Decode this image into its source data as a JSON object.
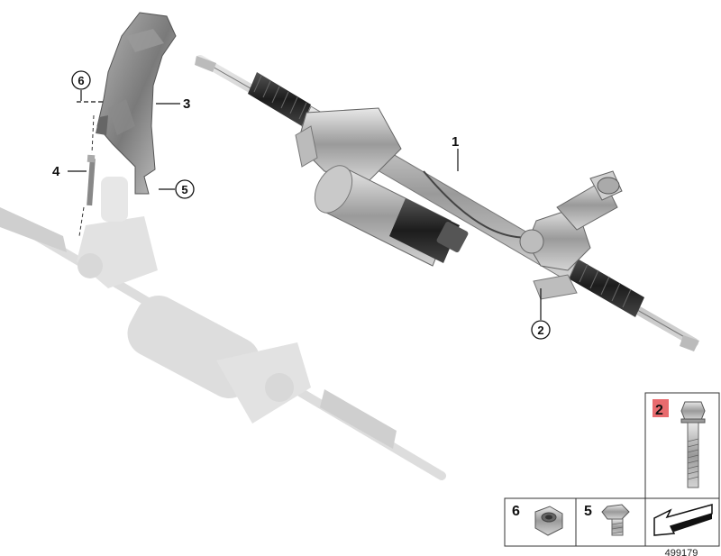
{
  "callouts": {
    "p1": "1",
    "p2": "2",
    "p3": "3",
    "p4": "4",
    "p5": "5",
    "p6": "6"
  },
  "inset": {
    "bolt_label": "2",
    "nut_label": "6",
    "screw_label": "5",
    "bolt_label_highlight": "#e0393e"
  },
  "diagram_id": "499179",
  "icons": [
    "steering-rack",
    "heat-shield",
    "bolt",
    "nut",
    "screw",
    "direction-arrow"
  ]
}
